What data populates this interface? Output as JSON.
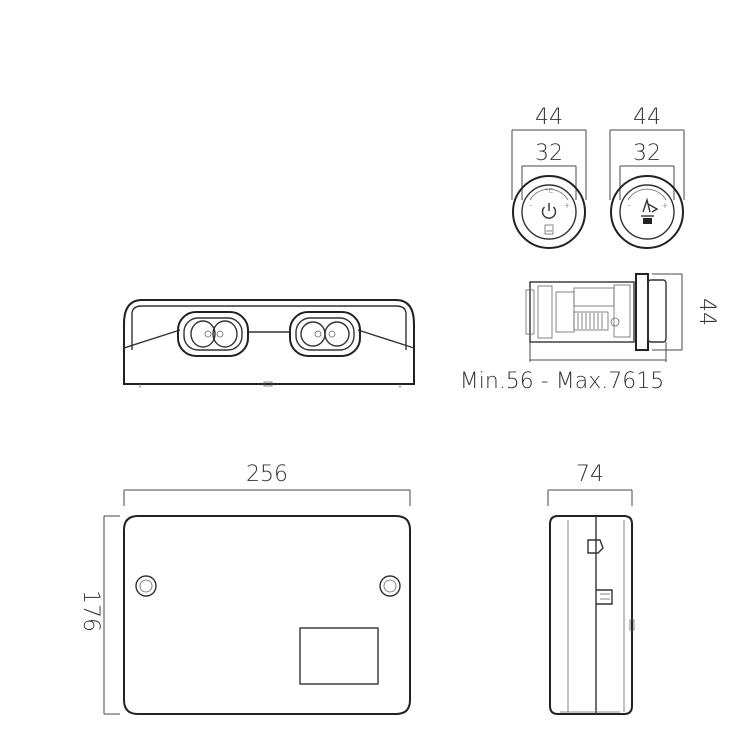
{
  "dimensions": {
    "control_left_outer_width": "44",
    "control_left_inner_width": "32",
    "control_right_outer_width": "44",
    "control_right_inner_width": "32",
    "side_height": "44",
    "install_depth": "Min.56 - Max.7615",
    "box_width": "256",
    "box_depth": "74",
    "box_height": "176"
  },
  "control_labels": {
    "temperature_mark": "°C",
    "minus_mark": "-",
    "plus_mark": "+"
  },
  "colors": {
    "line": "#333333",
    "background": "#ffffff"
  }
}
